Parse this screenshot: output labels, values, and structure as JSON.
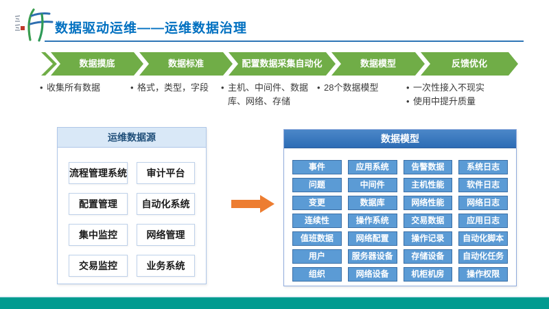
{
  "title": "数据驱动运维——运维数据治理",
  "colors": {
    "title_blue": "#0070C0",
    "underline_blue": "#2e75b6",
    "chevron_green": "#70AD47",
    "panel_button_blue": "#5b9bd5",
    "left_header_bg": "#d9e8f7",
    "arrow_orange": "#ED7D31",
    "footer_teal": "#019B90"
  },
  "process": {
    "steps": [
      {
        "label": "数据摸底",
        "bullets": [
          "收集所有数据"
        ]
      },
      {
        "label": "数据标准",
        "bullets": [
          "格式，类型，字段"
        ]
      },
      {
        "label": "配置数据采集自动化",
        "bullets": [
          "主机、中间件、数据库、网络、存储"
        ]
      },
      {
        "label": "数据模型",
        "bullets": [
          "28个数据模型"
        ]
      },
      {
        "label": "反馈优化",
        "bullets": [
          "一次性接入不现实",
          "使用中提升质量"
        ]
      }
    ]
  },
  "left_panel": {
    "title": "运维数据源",
    "items": [
      "流程管理系统",
      "审计平台",
      "配置管理",
      "自动化系统",
      "集中监控",
      "网络管理",
      "交易监控",
      "业务系统"
    ]
  },
  "right_panel": {
    "title": "数据模型",
    "items": [
      "事件",
      "应用系统",
      "告警数据",
      "系统日志",
      "问题",
      "中间件",
      "主机性能",
      "软件日志",
      "变更",
      "数据库",
      "网络性能",
      "网络日志",
      "连续性",
      "操作系统",
      "交易数据",
      "应用日志",
      "值班数据",
      "网络配置",
      "操作记录",
      "自动化脚本",
      "用户",
      "服务器设备",
      "存储设备",
      "自动化任务",
      "组织",
      "网络设备",
      "机柜机房",
      "操作权限"
    ]
  }
}
